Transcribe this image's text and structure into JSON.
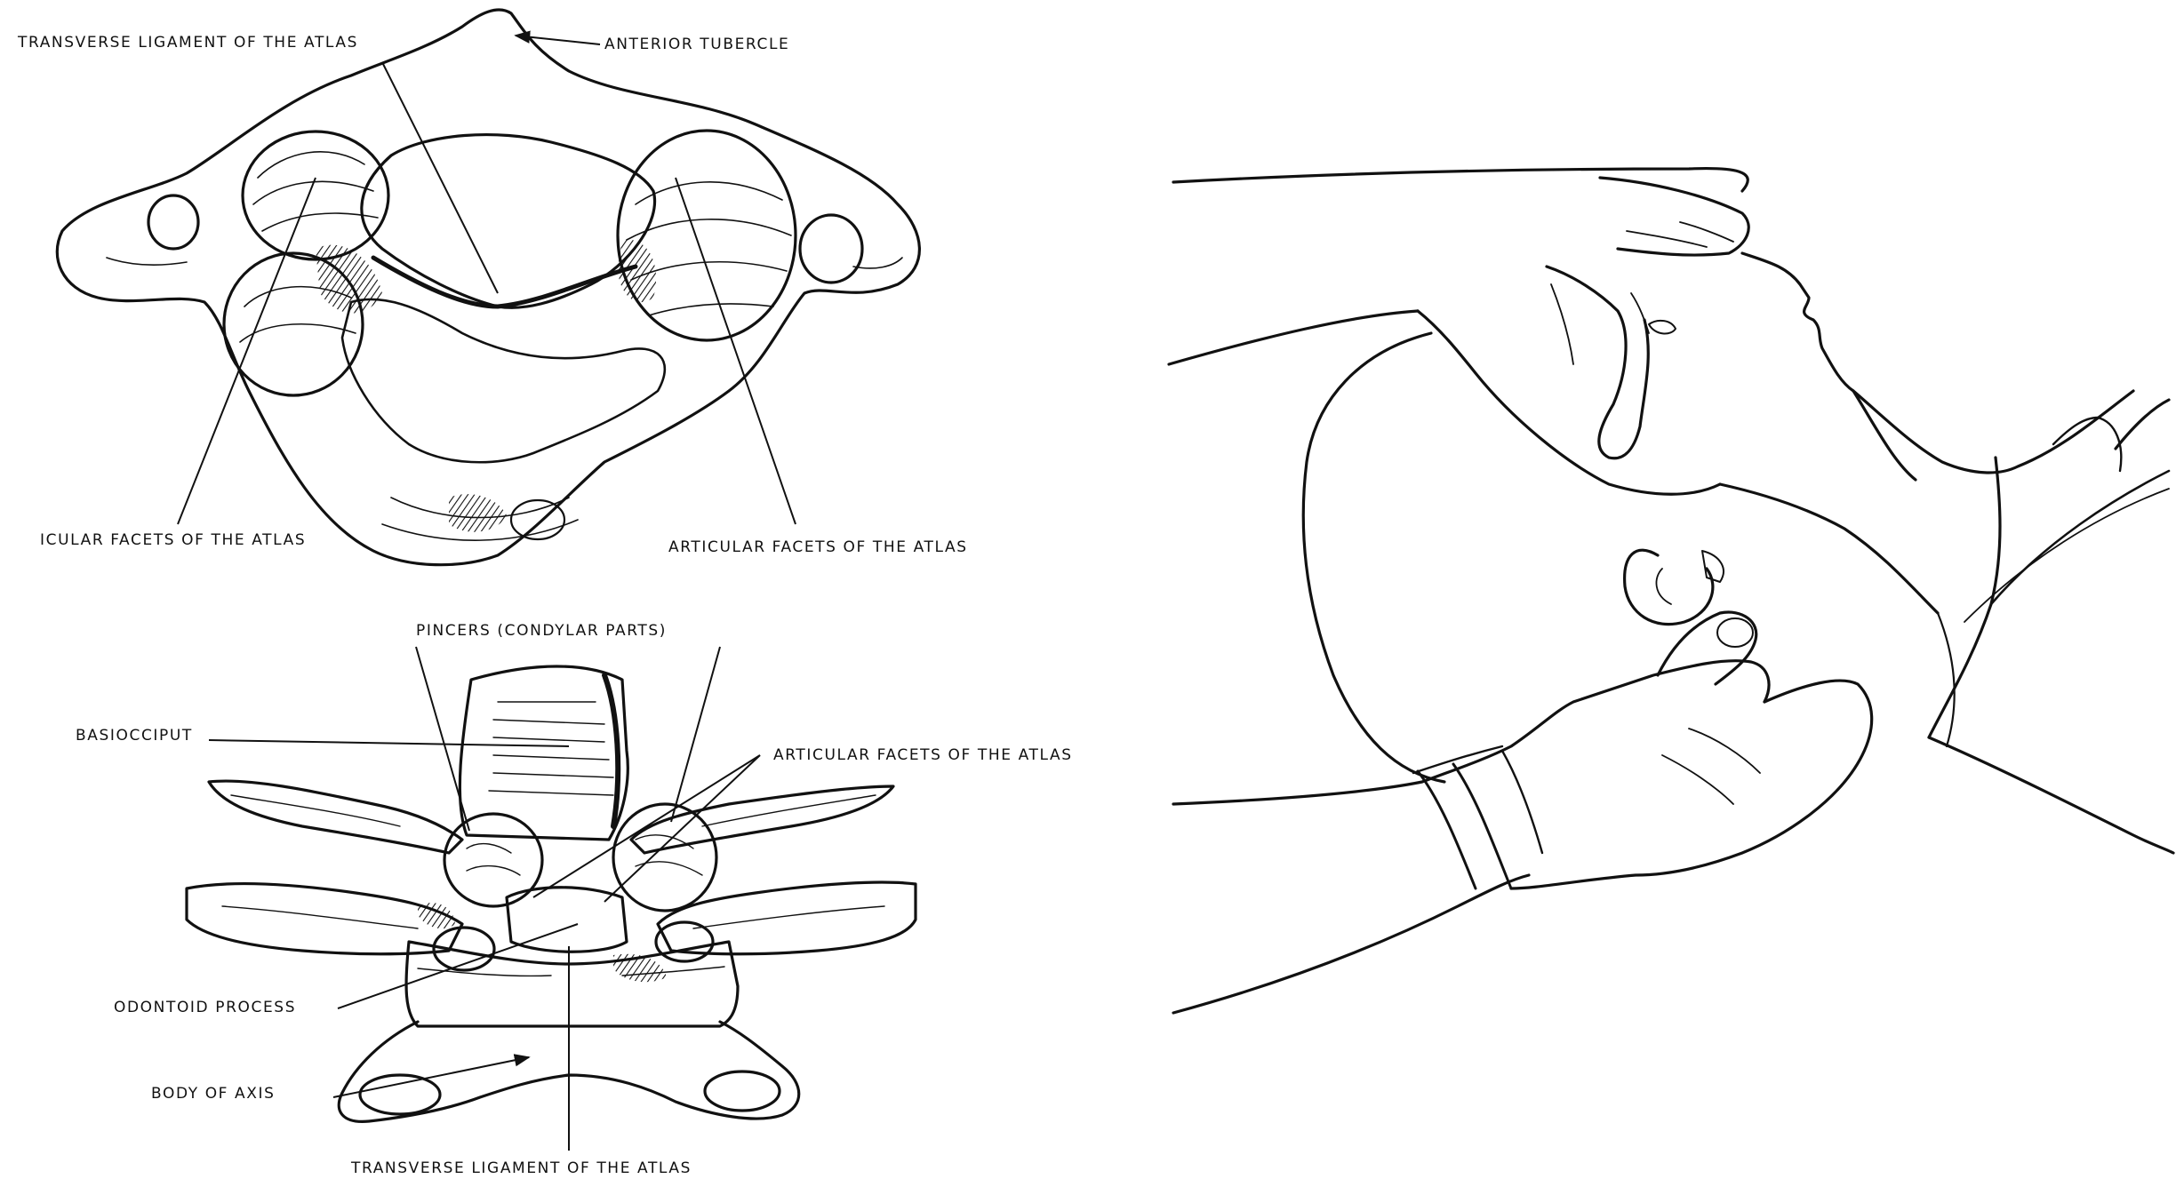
{
  "top_figure": {
    "labels": {
      "transverse_ligament": "TRANSVERSE LIGAMENT OF THE ATLAS",
      "anterior_tubercle": "ANTERIOR TUBERCLE",
      "articular_facets_left": "ICULAR FACETS OF THE ATLAS",
      "articular_facets_right": "ARTICULAR FACETS OF THE ATLAS"
    }
  },
  "bottom_figure": {
    "labels": {
      "pincers": "PINCERS (CONDYLAR PARTS)",
      "basiocciput": "BASIOCCIPUT",
      "articular_facets": "ARTICULAR FACETS OF THE ATLAS",
      "odontoid_process": "ODONTOID PROCESS",
      "body_of_axis": "BODY OF AXIS",
      "transverse_ligament": "TRANSVERSE LIGAMENT OF THE ATLAS"
    }
  },
  "colors": {
    "ink": "#111111",
    "background": "#ffffff"
  }
}
